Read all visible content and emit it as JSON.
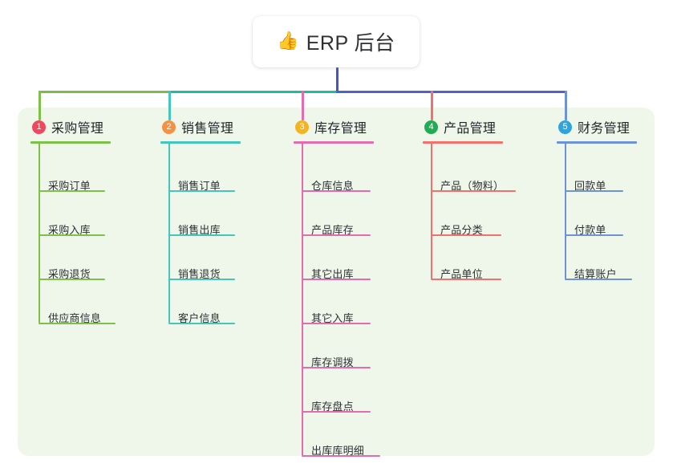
{
  "root": {
    "icon": "thumbs-up-icon",
    "emoji": "👍",
    "title": "ERP 后台"
  },
  "panel": {
    "background": "#eef7e9"
  },
  "connector": {
    "trunk_color": "#4455bd",
    "segments": [
      {
        "name": "segment-green",
        "color": "#79bf45"
      },
      {
        "name": "segment-teal",
        "color": "#18bfa5"
      },
      {
        "name": "segment-blue",
        "color": "#5360c4"
      }
    ]
  },
  "columns": [
    {
      "number": "1",
      "title": "采购管理",
      "badge_color": "#f2455e",
      "line_color": "#7dc04a",
      "items": [
        {
          "label": "采购订单",
          "width": 83
        },
        {
          "label": "采购入库",
          "width": 83
        },
        {
          "label": "采购退货",
          "width": 83
        },
        {
          "label": "供应商信息",
          "width": 96
        }
      ]
    },
    {
      "number": "2",
      "title": "销售管理",
      "badge_color": "#f79142",
      "line_color": "#45c5bd",
      "items": [
        {
          "label": "销售订单",
          "width": 83
        },
        {
          "label": "销售出库",
          "width": 83
        },
        {
          "label": "销售退货",
          "width": 83
        },
        {
          "label": "客户信息",
          "width": 83
        }
      ]
    },
    {
      "number": "3",
      "title": "库存管理",
      "badge_color": "#f5b31c",
      "line_color": "#e46bb0",
      "items": [
        {
          "label": "仓库信息",
          "width": 86
        },
        {
          "label": "产品库存",
          "width": 86
        },
        {
          "label": "其它出库",
          "width": 86
        },
        {
          "label": "其它入库",
          "width": 86
        },
        {
          "label": "库存调拨",
          "width": 86
        },
        {
          "label": "库存盘点",
          "width": 86
        },
        {
          "label": "出库库明细",
          "width": 98
        }
      ]
    },
    {
      "number": "4",
      "title": "产品管理",
      "badge_color": "#22ab55",
      "line_color": "#f2706d",
      "items": [
        {
          "label": "产品（物料）",
          "width": 106
        },
        {
          "label": "产品分类",
          "width": 88
        },
        {
          "label": "产品单位",
          "width": 88
        }
      ]
    },
    {
      "number": "5",
      "title": "财务管理",
      "badge_color": "#2aa5e0",
      "line_color": "#6d92d6",
      "items": [
        {
          "label": "回款单",
          "width": 73
        },
        {
          "label": "付款单",
          "width": 73
        },
        {
          "label": "结算账户",
          "width": 84
        }
      ]
    }
  ]
}
